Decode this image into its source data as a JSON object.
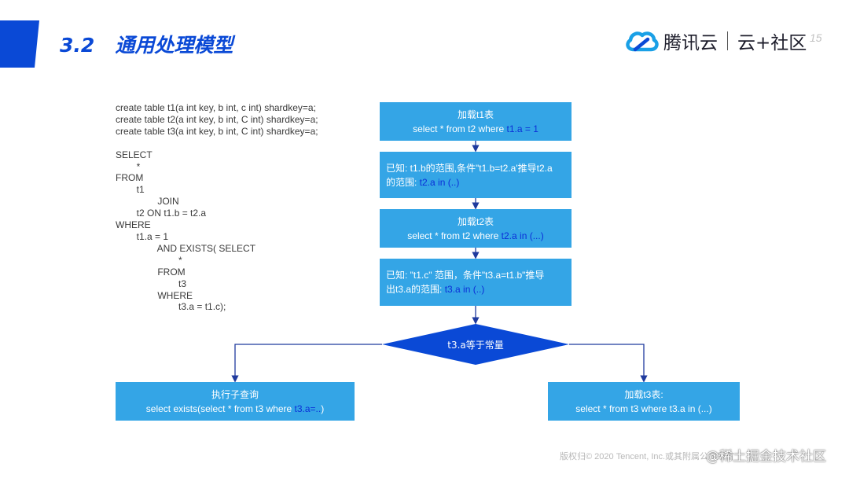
{
  "header": {
    "section_number": "3.2",
    "title": "通用处理模型",
    "brand_name": "腾讯云",
    "brand_sub": "云+社区",
    "page_number": "15"
  },
  "sql_code": "create table t1(a int key, b int, c int) shardkey=a;\ncreate table t2(a int key, b int, C int) shardkey=a;\ncreate table t3(a int key, b int, C int) shardkey=a;\n\nSELECT\n        *\nFROM\n        t1\n                JOIN\n        t2 ON t1.b = t2.a\nWHERE\n        t1.a = 1\n                AND EXISTS( SELECT\n                        *\n                FROM\n                        t3\n                WHERE\n                        t3.a = t1.c);",
  "flow": {
    "step1": {
      "title": "加载t1表",
      "line_prefix": "select * from t2 where ",
      "highlight": "t1.a = 1"
    },
    "step2": {
      "line1": "已知: t1.b的范围,条件\"t1.b=t2.a'推导t2.a",
      "line2_prefix": "的范围: ",
      "highlight": "t2.a in (..)"
    },
    "step3": {
      "title": "加载t2表",
      "line_prefix": "select * from t2 where ",
      "highlight": "t2.a in (...)"
    },
    "step4": {
      "line1": "已知: \"t1.c\" 范围，条件\"t3.a=t1.b\"推导",
      "line2_prefix": "出t3.a的范围: ",
      "highlight": "t3.a in (..)"
    },
    "decision": {
      "label": "t3.a等于常量"
    },
    "left_branch": {
      "title": "执行子查询",
      "line_prefix": "select exists(select * from t3 where ",
      "highlight": "t3.a=..",
      "line_suffix": ")"
    },
    "right_branch": {
      "title": "加载t3表:",
      "line": "select * from t3 where t3.a in (...)"
    }
  },
  "footer": {
    "copyright": "版权归© 2020 Tencent, Inc.或其附属公司所有"
  },
  "watermark": {
    "text": "@稀土掘金技术社区"
  },
  "colors": {
    "accent": "#0a49d6",
    "box_fill": "#34a5e6",
    "decision_fill": "#0a49d6",
    "highlight": "#0b2fd8",
    "arrow": "#1f3a9e"
  }
}
